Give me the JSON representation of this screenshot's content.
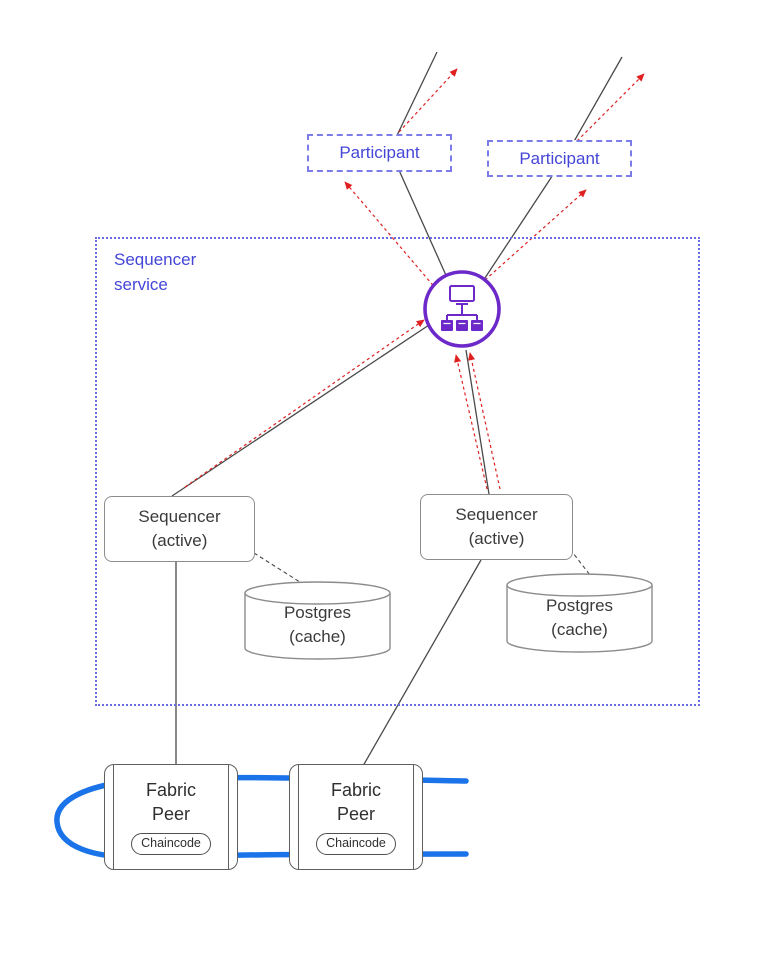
{
  "colors": {
    "blue_accent_text": "#4446d8",
    "blue_dashed_border": "#7b7ce8",
    "blue_dotted_container": "#6a6ce6",
    "red_arrow": "#e02020",
    "solid_line": "#4a4a4a",
    "box_border_gray": "#8c8c8c",
    "purple_icon": "#6d28c9",
    "blue_channel_ribbon": "#1a73e8"
  },
  "nodes": {
    "participant_1": {
      "label": "Participant"
    },
    "participant_2": {
      "label": "Participant"
    },
    "sequencer_service": {
      "line1": "Sequencer",
      "line2": "service"
    },
    "sequencer_1": {
      "line1": "Sequencer",
      "line2": "(active)"
    },
    "sequencer_2": {
      "line1": "Sequencer",
      "line2": "(active)"
    },
    "postgres_1": {
      "line1": "Postgres",
      "line2": "(cache)"
    },
    "postgres_2": {
      "line1": "Postgres",
      "line2": "(cache)"
    },
    "fabric_peer_1": {
      "line1": "Fabric",
      "line2": "Peer",
      "badge": "Chaincode"
    },
    "fabric_peer_2": {
      "line1": "Fabric",
      "line2": "Peer",
      "badge": "Chaincode"
    }
  },
  "icons": {
    "orchestrator": "org-chart-network-icon"
  },
  "edges": [
    {
      "from": "participant-1",
      "to": "offscreen-top-left",
      "style": "solid"
    },
    {
      "from": "participant-1",
      "to": "orchestrator-icon",
      "style": "solid"
    },
    {
      "from": "participant-2",
      "to": "offscreen-top-right",
      "style": "solid"
    },
    {
      "from": "participant-2",
      "to": "orchestrator-icon",
      "style": "solid"
    },
    {
      "from": "sequencer-1",
      "to": "orchestrator-icon",
      "style": "solid"
    },
    {
      "from": "sequencer-1",
      "to": "fabric-peer-1",
      "style": "solid"
    },
    {
      "from": "sequencer-2",
      "to": "orchestrator-icon",
      "style": "solid"
    },
    {
      "from": "sequencer-2",
      "to": "fabric-peer-2",
      "style": "solid"
    },
    {
      "from": "sequencer-1",
      "to": "postgres-1",
      "style": "dashed"
    },
    {
      "from": "sequencer-2",
      "to": "postgres-2",
      "style": "dashed"
    },
    {
      "from": "sequencer-1",
      "to": "orchestrator-icon",
      "style": "red-dashed-arrow"
    },
    {
      "from": "sequencer-2",
      "to": "orchestrator-icon",
      "style": "red-dashed-arrow"
    },
    {
      "from": "sequencer-2",
      "to": "orchestrator-icon",
      "style": "red-dashed-arrow"
    },
    {
      "from": "orchestrator-icon",
      "to": "participant-1",
      "style": "red-dashed-arrow"
    },
    {
      "from": "orchestrator-icon",
      "to": "participant-2",
      "style": "red-dashed-arrow"
    },
    {
      "from": "participant-1",
      "to": "offscreen-top-left",
      "style": "red-dashed-arrow"
    },
    {
      "from": "participant-2",
      "to": "offscreen-top-right",
      "style": "red-dashed-arrow"
    },
    {
      "from": "fabric-peer-1",
      "to": "fabric-peer-2",
      "style": "blue-channel-ribbon"
    }
  ]
}
